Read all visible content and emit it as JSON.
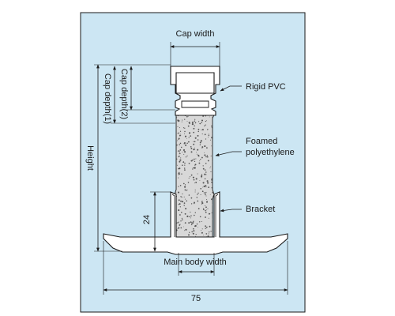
{
  "labels": {
    "cap_width": "Cap width",
    "rigid_pvc": "Rigid PVC",
    "foamed": "Foamed",
    "polyethylene": "polyethylene",
    "bracket": "Bracket",
    "main_body_width": "Main body width",
    "height": "Height",
    "cap_depth_1": "Cap depth(1)",
    "cap_depth_2": "Cap depth(2)",
    "dim_24": "24",
    "dim_75": "75"
  },
  "colors": {
    "panel_bg": "#cce6f3",
    "panel_border": "#1a1a1a",
    "profile_fill": "#ffffff",
    "foam_fill": "#d8d8d8",
    "foam_speckle": "#555555",
    "line": "#1a1a1a"
  }
}
